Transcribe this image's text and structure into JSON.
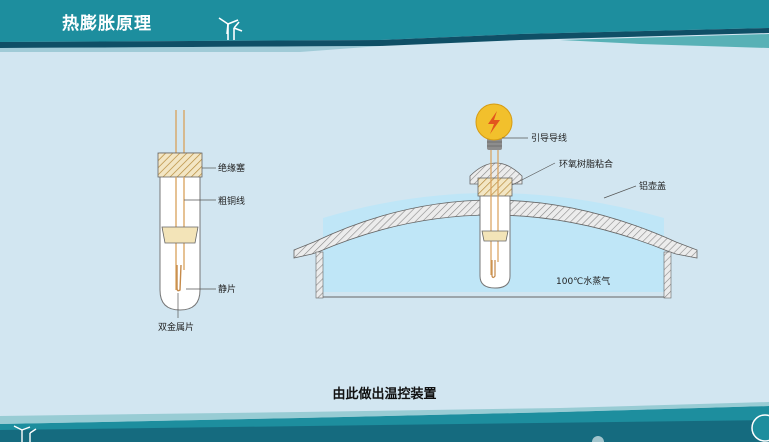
{
  "header": {
    "title": "热膨胀原理"
  },
  "colors": {
    "header_teal": "#1d8e9e",
    "header_dark": "#0f4f66",
    "background": "#d2e6f1",
    "water": "#bfe6f7",
    "hatch": "#c8973a",
    "bulb": "#f2c02c"
  },
  "left_diagram": {
    "labels": {
      "insulating_plug": "绝缘塞",
      "thick_copper_wire": "粗铜线",
      "static_piece": "静片",
      "bimetal_strip": "双金属片"
    }
  },
  "right_diagram": {
    "labels": {
      "lead_wire": "引导导线",
      "epoxy_bond": "环氧树脂粘合",
      "aluminum_lid": "铝壶盖",
      "steam": "100℃水蒸气"
    }
  },
  "caption": "由此做出温控装置"
}
